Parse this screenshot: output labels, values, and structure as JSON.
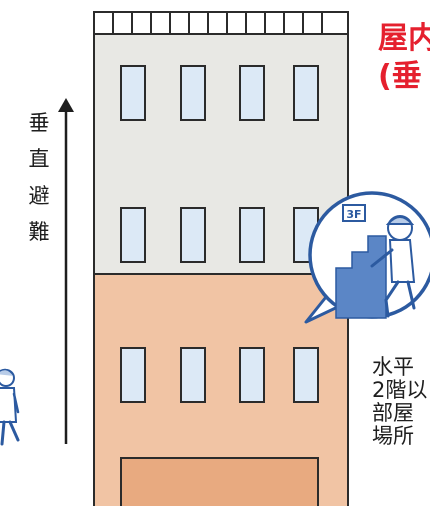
{
  "title": {
    "line1": "屋内",
    "line2": "(垂",
    "color": "#e5202e"
  },
  "vertical_label": [
    "垂",
    "直",
    "避",
    "難"
  ],
  "callout_floor_sign": "3F",
  "note_lines": [
    "水平",
    "2階以",
    "部屋",
    "場所"
  ],
  "colors": {
    "building_upper": "#e8e8e4",
    "building_lower": "#f1c4a4",
    "window_fill": "#dce9f6",
    "door_fill": "#e8aa80",
    "outline": "#2b2b2b",
    "callout_ring": "#2c5aa0"
  }
}
